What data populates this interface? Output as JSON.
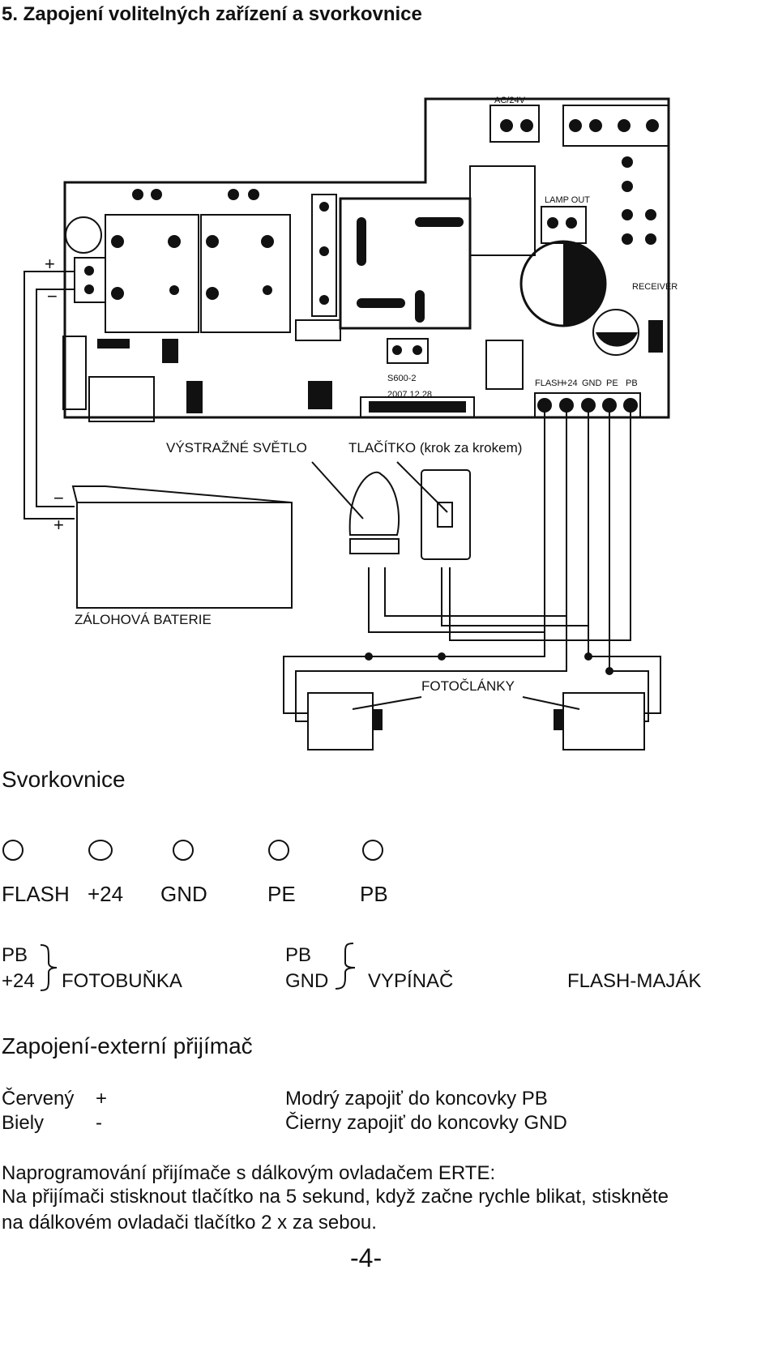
{
  "heading": "5.  Zapojení volitelných zařízení a svorkovnice",
  "diagram": {
    "label_warning_light": "VÝSTRAŽNÉ SVĚTLO",
    "label_button": "TLAČÍTKO (krok za krokem)",
    "label_battery": "ZÁLOHOVÁ BATERIE",
    "label_photocells": "FOTOČLÁNKY",
    "batt_plus": "+",
    "batt_minus": "−",
    "board_ac": "AC/24V",
    "board_lamp": "LAMP OUT",
    "board_receiver": "RECEIVER",
    "board_flash": "FLASH",
    "board_24": "+24",
    "board_gnd": "GND",
    "board_pe": "PE",
    "board_pb": "PB",
    "board_model": "S600-2",
    "board_date": "2007.12.28"
  },
  "terminal": {
    "title": "Svorkovnice",
    "labels": [
      "FLASH",
      "+24",
      "GND",
      "PE",
      "PB"
    ],
    "group1_top": "PB",
    "group1_bottom": "+24",
    "group1_name": "FOTOBUŇKA",
    "group2_top": "PB",
    "group2_bottom": "GND",
    "group2_name": "VYPÍNAČ",
    "group3_name": "FLASH-MAJÁK"
  },
  "receiver": {
    "title": "Zapojení-externí přijímač",
    "row1_color": "Červený",
    "row1_sign": "+",
    "row1_desc": "Modrý zapojiť do koncovky PB",
    "row2_color": "Biely",
    "row2_sign": "-",
    "row2_desc": "Čierny zapojiť do koncovky GND"
  },
  "programming": {
    "line1": "Naprogramování přijímače s dálkovým ovladačem ERTE:",
    "line2": "Na přijímači stisknout tlačítko na 5 sekund, když začne rychle blikat, stiskněte",
    "line3": "na dálkovém ovladači tlačítko 2 x za sebou."
  },
  "page_number": "-4-"
}
